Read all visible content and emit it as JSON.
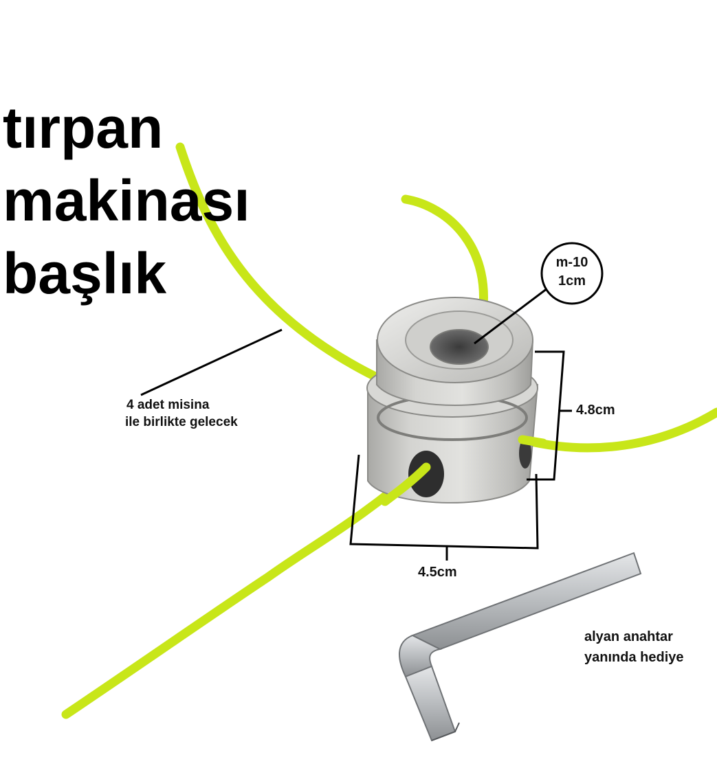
{
  "title": {
    "line1": "tırpan",
    "line2": "makinası",
    "line3": "başlık"
  },
  "callouts": {
    "thread_size": "m-10",
    "thread_length": "1cm",
    "trimmer_lines_line1": "4 adet misina",
    "trimmer_lines_line2": "ile birlikte gelecek",
    "height": "4.8cm",
    "width": "4.5cm",
    "wrench_line1": "alyan anahtar",
    "wrench_line2": "yanında hediye"
  },
  "colors": {
    "line_green": "#c8e619",
    "aluminium": "#c9c9c6",
    "text": "#000000"
  }
}
